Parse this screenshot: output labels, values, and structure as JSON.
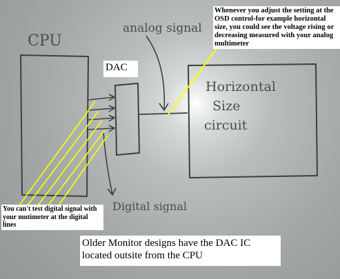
{
  "diagram": {
    "labels": {
      "cpu": "CPU",
      "dac": "DAC",
      "analog_signal": "analog signal",
      "digital_signal": "Digital signal",
      "horizontal_circuit": [
        "Horizontal",
        "Size",
        "circuit"
      ]
    },
    "notes": {
      "top": "Whenever you adjust the setting at the OSD control-for example horizontal size, you could see the voltage rising or decreasing measured with your analog multimeter",
      "left": "You can't test digital signal with your mutimeter at the digital lines",
      "bottom": "Older Monitor designs have the DAC IC located outsite from the CPU"
    },
    "colors": {
      "marker": "#4a4d4f",
      "pointer": "#ffff00",
      "note_bg": "#ffffff"
    }
  }
}
